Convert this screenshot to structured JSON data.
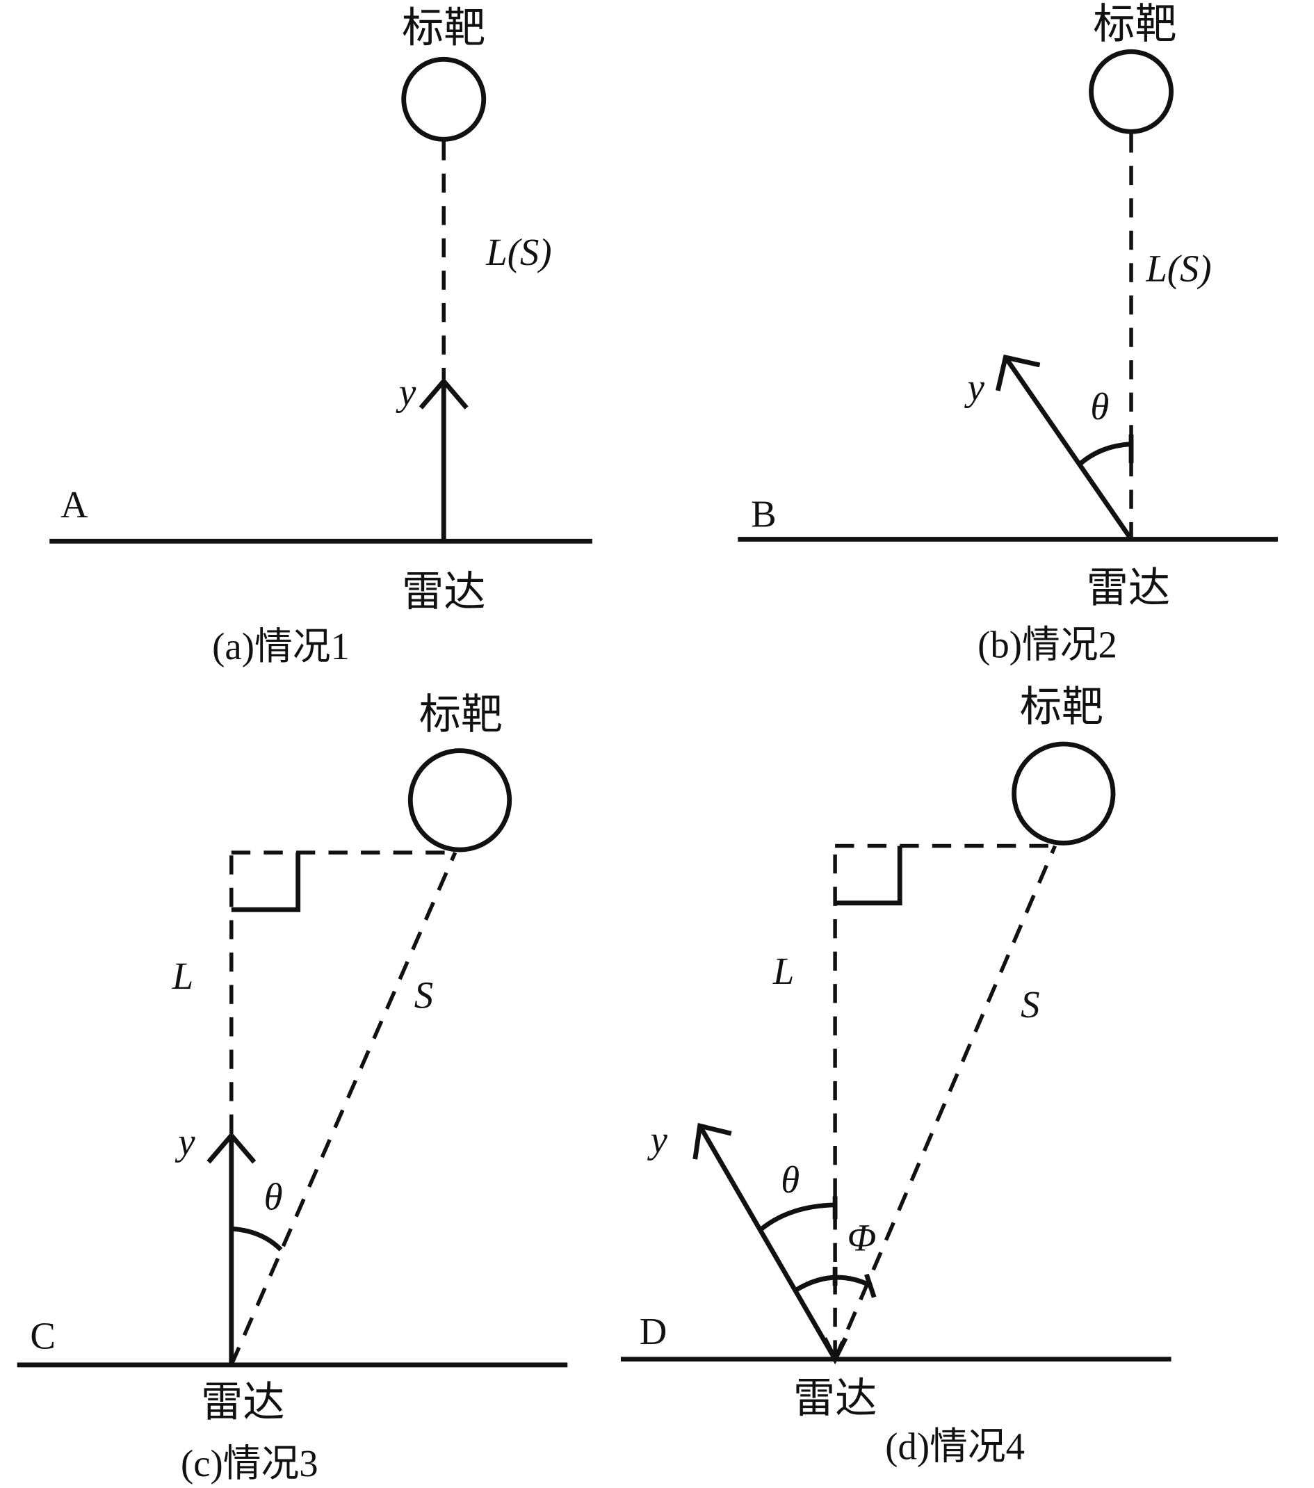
{
  "panels": [
    {
      "letter": "A",
      "target": "标靶",
      "radar": "雷达",
      "caption": "(a)情况1",
      "labels": {
        "dist": "L(S)",
        "y": "y"
      }
    },
    {
      "letter": "B",
      "target": "标靶",
      "radar": "雷达",
      "caption": "(b)情况2",
      "labels": {
        "dist": "L(S)",
        "y": "y",
        "theta": "θ"
      }
    },
    {
      "letter": "C",
      "target": "标靶",
      "radar": "雷达",
      "caption": "(c)情况3",
      "labels": {
        "L": "L",
        "S": "S",
        "y": "y",
        "theta": "θ"
      }
    },
    {
      "letter": "D",
      "target": "标靶",
      "radar": "雷达",
      "caption": "(d)情况4",
      "labels": {
        "L": "L",
        "S": "S",
        "y": "y",
        "theta": "θ",
        "phi": "Φ"
      }
    }
  ]
}
